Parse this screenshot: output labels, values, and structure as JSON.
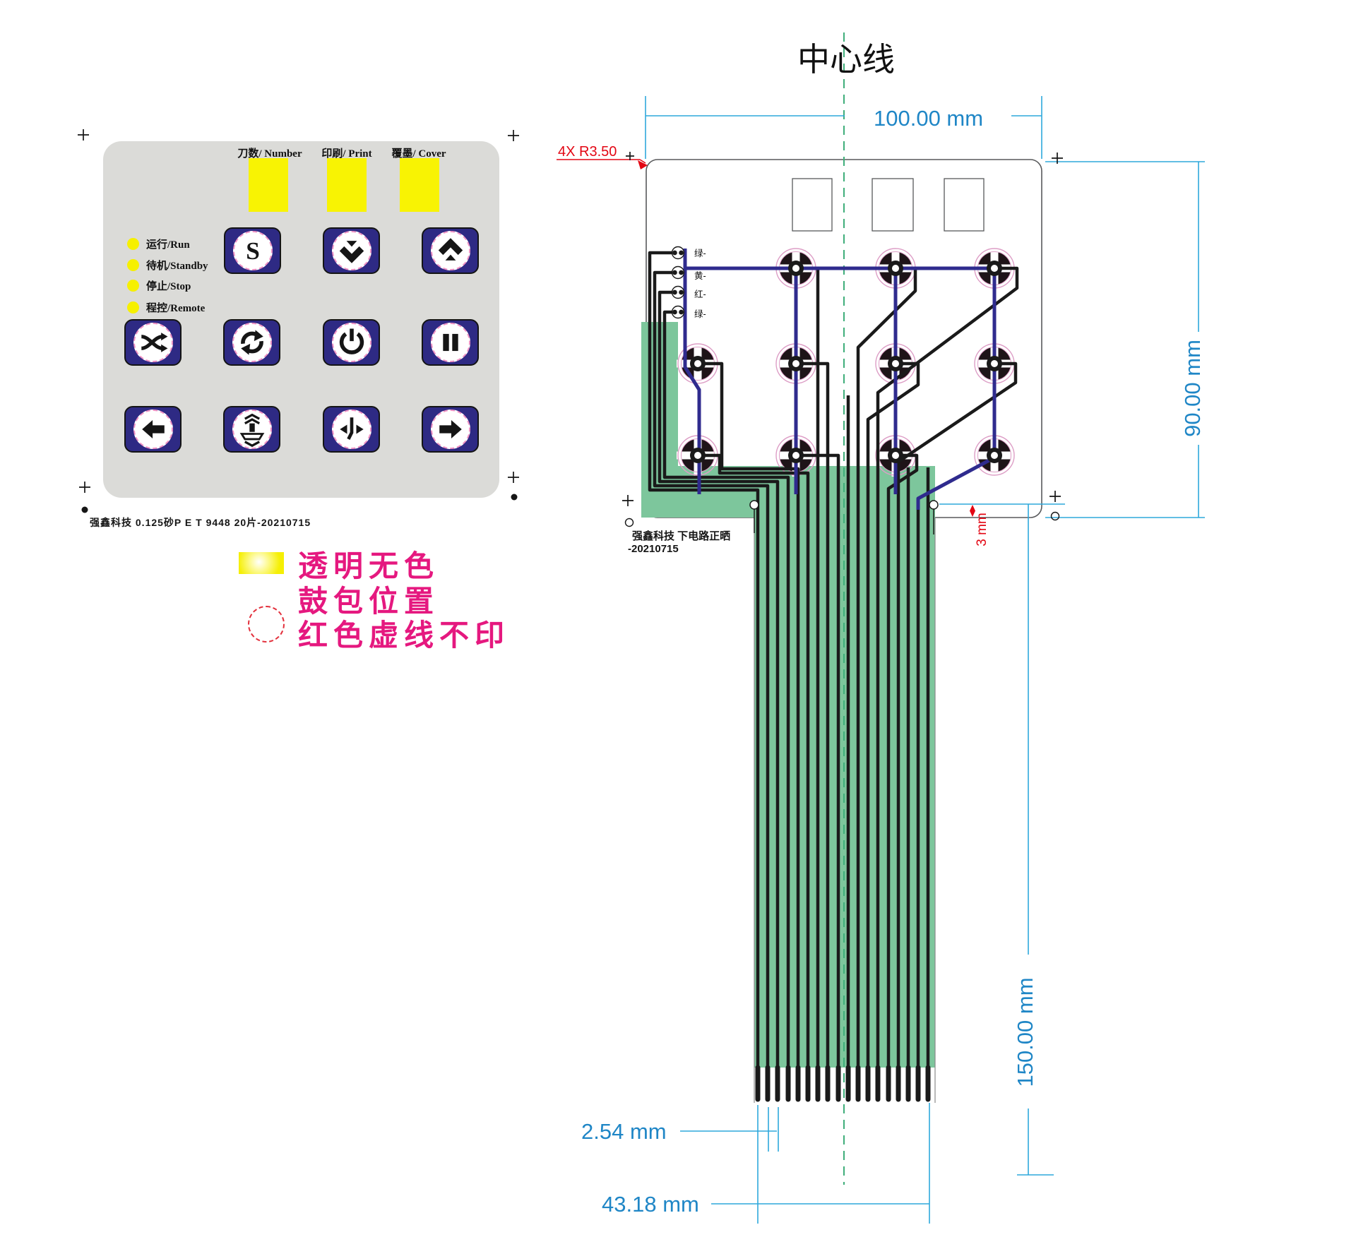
{
  "title": "中心线",
  "keypad": {
    "windows": [
      "刀数/ Number",
      "印刷/ Print",
      "覆墨/ Cover"
    ],
    "leds": [
      "运行/Run",
      "待机/Standby",
      "停止/Stop",
      "程控/Remote"
    ],
    "buttons": [
      [
        "s",
        "chevrons-down",
        "chevrons-up"
      ],
      [
        "shuffle",
        "refresh",
        "power",
        "pause"
      ],
      [
        "arrow-left",
        "paper-feed",
        "jog",
        "arrow-right"
      ]
    ],
    "caption": "强鑫科技  0.125砂P E T  9448  20片-20210715"
  },
  "legend": {
    "lines": [
      "透明无色",
      "鼓包位置",
      "红色虚线不印"
    ]
  },
  "circuit": {
    "radius_note": "4X R3.50",
    "terminals": [
      "绿-",
      "黄-",
      "红-",
      "绿-"
    ],
    "caption1": "强鑫科技  下电路正晒",
    "caption2": "-20210715",
    "dims": {
      "width": "100.00 mm",
      "height": "90.00 mm",
      "tail": "150.00 mm",
      "pitch": "2.54 mm",
      "connector": "43.18 mm",
      "gap": "3 mm"
    }
  },
  "colors": {
    "panel": "#DBDBD8",
    "button_blue": "#2E2A84",
    "window_yellow": "#F8F303",
    "legend_pink": "#E5187F",
    "dimension_blue": "#1F86C6",
    "dimension_line": "#2FA8DC",
    "annotation_red": "#E30613",
    "tail_green": "#7DC69C",
    "centerline_green": "#3FAE7A",
    "trace_blue": "#2F2B8E",
    "trace_black": "#1A1A1A"
  }
}
